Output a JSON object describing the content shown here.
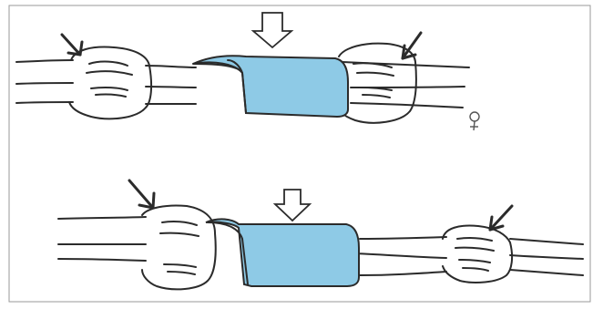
{
  "figure": {
    "panels": [
      {
        "id": "top",
        "wrap_color": "#8ecae6",
        "bulges": 2,
        "arrows": 3
      },
      {
        "id": "bottom",
        "wrap_color": "#8ecae6",
        "bulges": 2,
        "arrows": 3
      }
    ],
    "symbol": "female-sign",
    "colors": {
      "line": "#2b2b2b",
      "wrap_fill": "#8ecae6",
      "wrap_shade": "#5fa9cf",
      "frame": "#9a9a9a",
      "background": "#ffffff"
    }
  }
}
